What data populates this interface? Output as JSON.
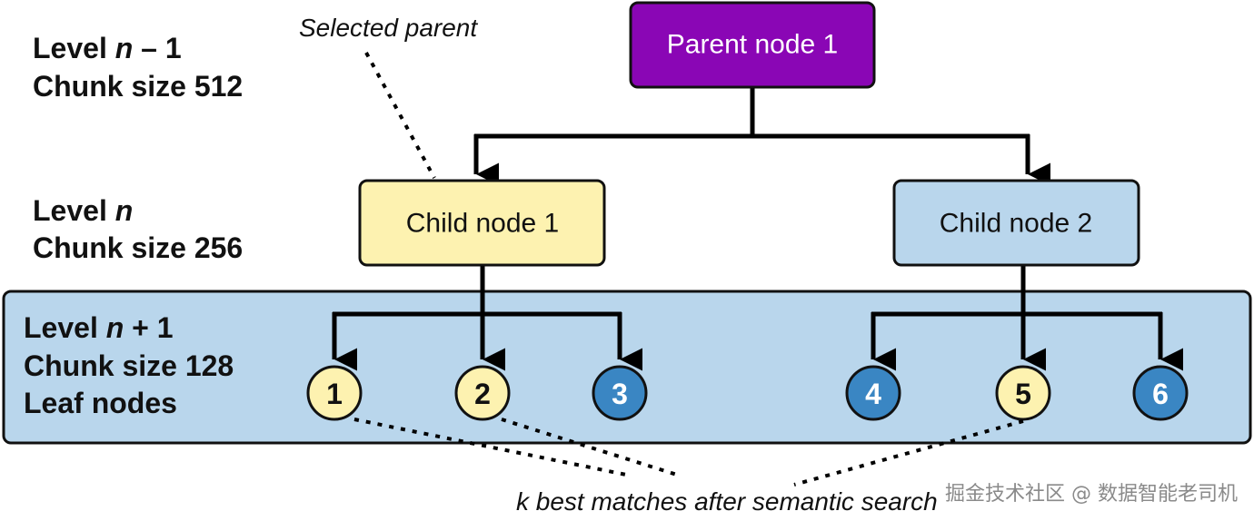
{
  "levels": {
    "level_top": {
      "line1_prefix": "Level ",
      "line1_var": "n",
      "line1_suffix": " – 1",
      "line2": "Chunk size 512"
    },
    "level_mid": {
      "line1_prefix": "Level ",
      "line1_var": "n",
      "line1_suffix": "",
      "line2": "Chunk size 256"
    },
    "level_leaf": {
      "line1_prefix": "Level ",
      "line1_var": "n",
      "line1_suffix": " + 1",
      "line2": "Chunk size 128",
      "line3": "Leaf nodes"
    }
  },
  "nodes": {
    "parent": {
      "label": "Parent node 1",
      "fill": "#8a06b5",
      "stroke": "#111111",
      "text_color": "#ffffff"
    },
    "child1": {
      "label": "Child node 1",
      "fill": "#fdf2b0",
      "stroke": "#111111",
      "text_color": "#111111"
    },
    "child2": {
      "label": "Child node 2",
      "fill": "#b9d6ec",
      "stroke": "#111111",
      "text_color": "#111111"
    }
  },
  "leaves": [
    {
      "number": "1",
      "selected": true
    },
    {
      "number": "2",
      "selected": true
    },
    {
      "number": "3",
      "selected": false
    },
    {
      "number": "4",
      "selected": false
    },
    {
      "number": "5",
      "selected": true
    },
    {
      "number": "6",
      "selected": false
    }
  ],
  "colors": {
    "leaf_band": "#b9d6ec",
    "leaf_selected_fill": "#fdf2b0",
    "leaf_selected_text": "#111111",
    "leaf_other_fill": "#3a86c3",
    "leaf_other_text": "#ffffff"
  },
  "annotations": {
    "selected_parent": "Selected parent",
    "k_best_var": "k",
    "k_best_rest": " best matches after semantic search"
  },
  "watermark": "掘金技术社区 @ 数据智能老司机"
}
